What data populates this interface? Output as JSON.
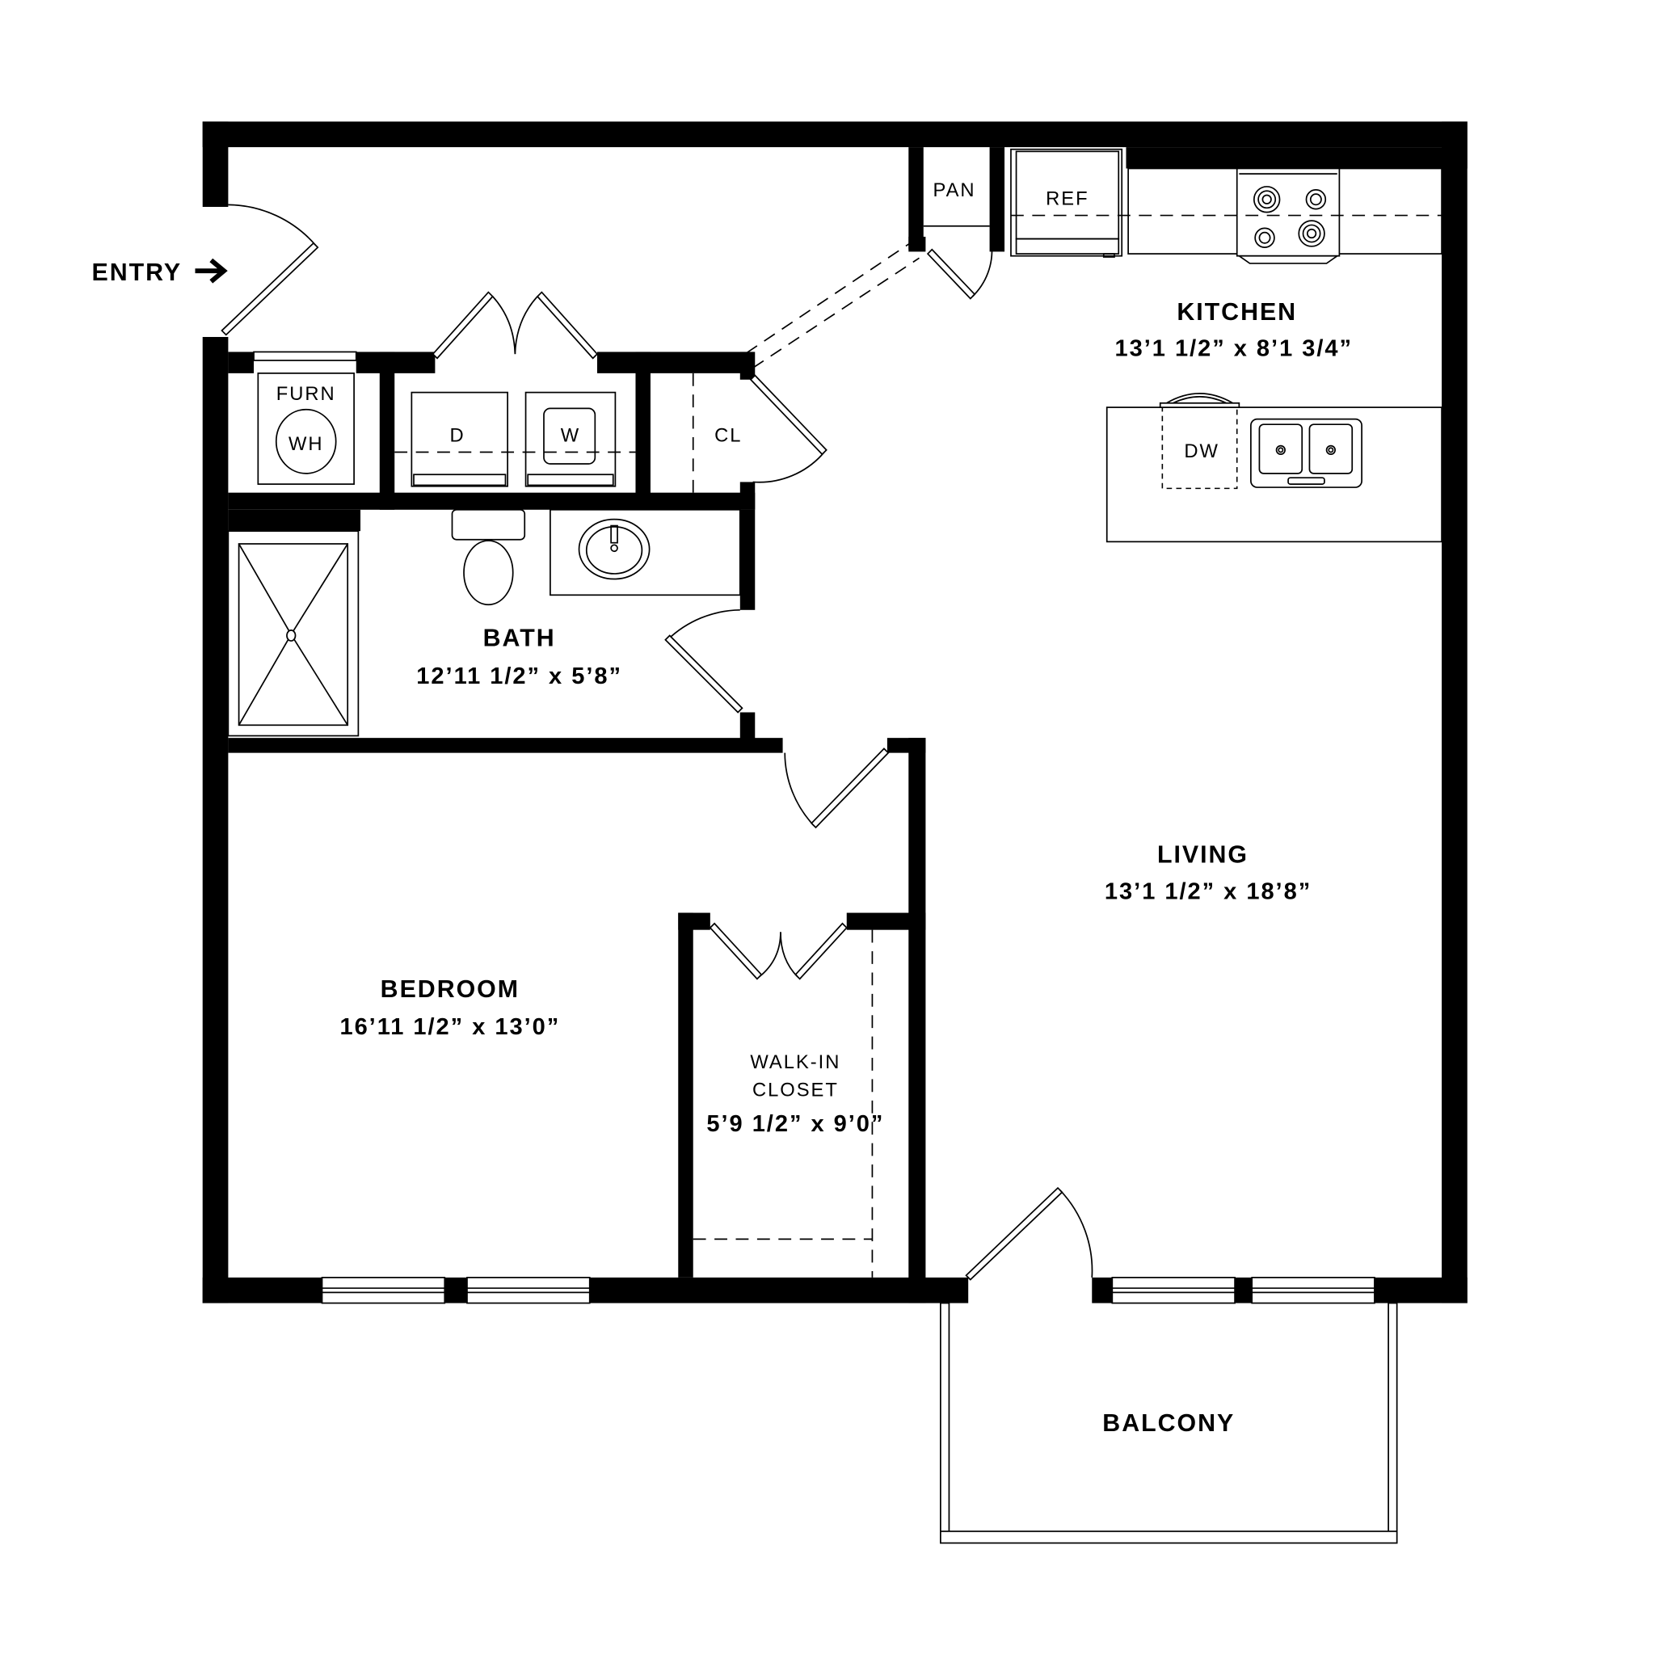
{
  "plan": {
    "entry_label": "ENTRY",
    "rooms": {
      "kitchen": {
        "name": "KITCHEN",
        "dims": "13’1 1/2” x 8’1 3/4”"
      },
      "living": {
        "name": "LIVING",
        "dims": "13’1 1/2” x 18’8”"
      },
      "bath": {
        "name": "BATH",
        "dims": "12’11 1/2” x 5’8”"
      },
      "bedroom": {
        "name": "BEDROOM",
        "dims": "16’11 1/2” x 13’0”"
      },
      "walkin": {
        "name_line1": "WALK-IN",
        "name_line2": "CLOSET",
        "dims": "5’9 1/2” x 9’0”"
      },
      "balcony": {
        "name": "BALCONY"
      }
    },
    "fixtures": {
      "pantry": "PAN",
      "refrigerator": "REF",
      "dishwasher": "DW",
      "furnace": "FURN",
      "water_heater": "WH",
      "dryer": "D",
      "washer": "W",
      "closet": "CL"
    },
    "colors": {
      "wall": "#000000",
      "background": "#ffffff"
    }
  }
}
